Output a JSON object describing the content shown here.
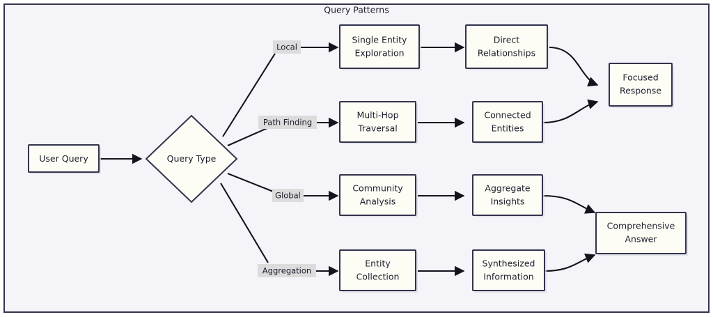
{
  "diagram": {
    "title": "Query Patterns",
    "background_color": "#f4f4f9",
    "node_fill": "#fdfdf6",
    "node_stroke": "#33334d",
    "edge_color": "#14141f",
    "edge_label_bg": "#dcdcdc",
    "type": "flowchart",
    "direction": "left-to-right"
  },
  "nodes": {
    "user_query": {
      "label": "User Query",
      "shape": "rect"
    },
    "query_type": {
      "label": "Query Type",
      "shape": "diamond"
    },
    "single_entity": {
      "line1": "Single Entity",
      "line2": "Exploration",
      "shape": "rect"
    },
    "direct_rel": {
      "line1": "Direct",
      "line2": "Relationships",
      "shape": "rect"
    },
    "multi_hop": {
      "line1": "Multi-Hop",
      "line2": "Traversal",
      "shape": "rect"
    },
    "connected_entities": {
      "line1": "Connected",
      "line2": "Entities",
      "shape": "rect"
    },
    "community_analysis": {
      "line1": "Community",
      "line2": "Analysis",
      "shape": "rect"
    },
    "aggregate_insights": {
      "line1": "Aggregate",
      "line2": "Insights",
      "shape": "rect"
    },
    "entity_collection": {
      "line1": "Entity",
      "line2": "Collection",
      "shape": "rect"
    },
    "synthesized_info": {
      "line1": "Synthesized",
      "line2": "Information",
      "shape": "rect"
    },
    "focused_response": {
      "line1": "Focused",
      "line2": "Response",
      "shape": "rect"
    },
    "comprehensive_answer": {
      "line1": "Comprehensive",
      "line2": "Answer",
      "shape": "rect"
    }
  },
  "edge_labels": {
    "local": "Local",
    "path_finding": "Path Finding",
    "global": "Global",
    "aggregation": "Aggregation"
  }
}
